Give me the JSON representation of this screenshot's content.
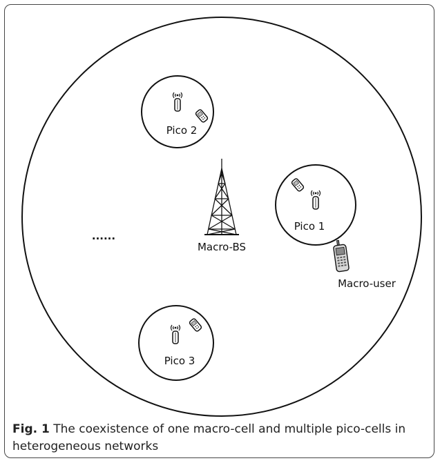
{
  "diagram": {
    "macro_bs_label": "Macro-BS",
    "macro_user_label": "Macro-user",
    "ellipsis": "......",
    "pico_cells": [
      {
        "label": "Pico 1"
      },
      {
        "label": "Pico 2"
      },
      {
        "label": "Pico 3"
      }
    ]
  },
  "caption": {
    "fig_label": "Fig. 1",
    "text": " The coexistence of one macro-cell and multiple pico-cells in heterogeneous networks"
  }
}
